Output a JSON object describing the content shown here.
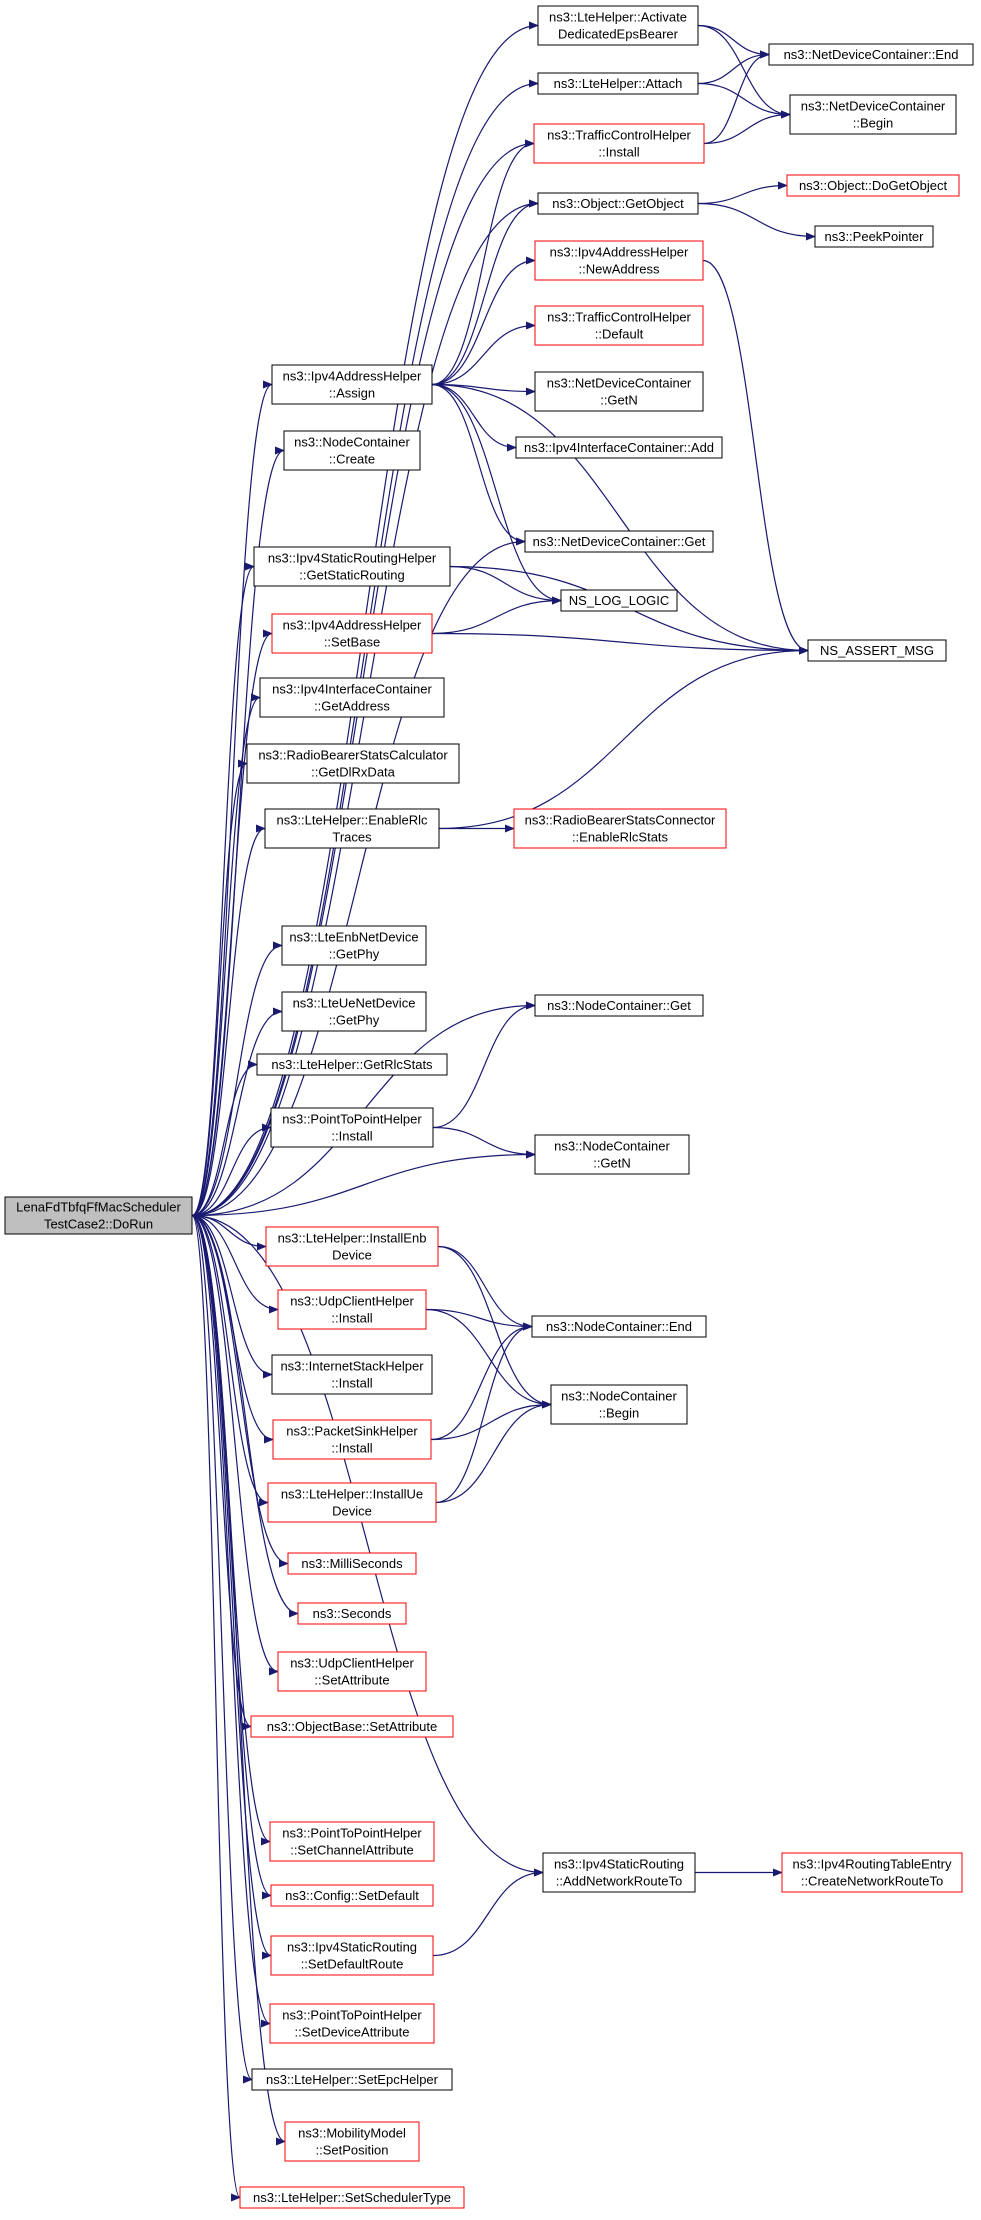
{
  "colors": {
    "edge": "#191970",
    "arrow": "#191970",
    "node_border_black": "#000000",
    "node_border_red": "#ff0000",
    "root_fill": "#bfbfbf",
    "node_fill": "#ffffff"
  },
  "nodes": [
    {
      "id": "root",
      "lines": [
        "LenaFdTbfqFfMacScheduler",
        "TestCase2::DoRun"
      ],
      "style": "root"
    },
    {
      "id": "activate",
      "lines": [
        "ns3::LteHelper::Activate",
        "DedicatedEpsBearer"
      ],
      "style": "black"
    },
    {
      "id": "ndc_end",
      "lines": [
        "ns3::NetDeviceContainer::End"
      ],
      "style": "black"
    },
    {
      "id": "attach",
      "lines": [
        "ns3::LteHelper::Attach"
      ],
      "style": "black"
    },
    {
      "id": "ndc_begin",
      "lines": [
        "ns3::NetDeviceContainer",
        "::Begin"
      ],
      "style": "black"
    },
    {
      "id": "tch_install",
      "lines": [
        "ns3::TrafficControlHelper",
        "::Install"
      ],
      "style": "red"
    },
    {
      "id": "getobject",
      "lines": [
        "ns3::Object::GetObject"
      ],
      "style": "black"
    },
    {
      "id": "dogetobject",
      "lines": [
        "ns3::Object::DoGetObject"
      ],
      "style": "red"
    },
    {
      "id": "peekpointer",
      "lines": [
        "ns3::PeekPointer"
      ],
      "style": "black"
    },
    {
      "id": "newaddress",
      "lines": [
        "ns3::Ipv4AddressHelper",
        "::NewAddress"
      ],
      "style": "red"
    },
    {
      "id": "tch_default",
      "lines": [
        "ns3::TrafficControlHelper",
        "::Default"
      ],
      "style": "red"
    },
    {
      "id": "assign",
      "lines": [
        "ns3::Ipv4AddressHelper",
        "::Assign"
      ],
      "style": "black"
    },
    {
      "id": "ndc_getn",
      "lines": [
        "ns3::NetDeviceContainer",
        "::GetN"
      ],
      "style": "black"
    },
    {
      "id": "nc_create",
      "lines": [
        "ns3::NodeContainer",
        "::Create"
      ],
      "style": "black"
    },
    {
      "id": "ipv4ic_add",
      "lines": [
        "ns3::Ipv4InterfaceContainer::Add"
      ],
      "style": "black"
    },
    {
      "id": "ndc_get",
      "lines": [
        "ns3::NetDeviceContainer::Get"
      ],
      "style": "black"
    },
    {
      "id": "getstaticrouting",
      "lines": [
        "ns3::Ipv4StaticRoutingHelper",
        "::GetStaticRouting"
      ],
      "style": "black"
    },
    {
      "id": "ns_log_logic",
      "lines": [
        "NS_LOG_LOGIC"
      ],
      "style": "black"
    },
    {
      "id": "setbase",
      "lines": [
        "ns3::Ipv4AddressHelper",
        "::SetBase"
      ],
      "style": "red"
    },
    {
      "id": "ns_assert_msg",
      "lines": [
        "NS_ASSERT_MSG"
      ],
      "style": "black"
    },
    {
      "id": "getaddress",
      "lines": [
        "ns3::Ipv4InterfaceContainer",
        "::GetAddress"
      ],
      "style": "black"
    },
    {
      "id": "getdlrxdata",
      "lines": [
        "ns3::RadioBearerStatsCalculator",
        "::GetDlRxData"
      ],
      "style": "black"
    },
    {
      "id": "enablerlctraces",
      "lines": [
        "ns3::LteHelper::EnableRlc",
        "Traces"
      ],
      "style": "black"
    },
    {
      "id": "enablerlcstats",
      "lines": [
        "ns3::RadioBearerStatsConnector",
        "::EnableRlcStats"
      ],
      "style": "red"
    },
    {
      "id": "enb_getphy",
      "lines": [
        "ns3::LteEnbNetDevice",
        "::GetPhy"
      ],
      "style": "black"
    },
    {
      "id": "nc_get",
      "lines": [
        "ns3::NodeContainer::Get"
      ],
      "style": "black"
    },
    {
      "id": "ue_getphy",
      "lines": [
        "ns3::LteUeNetDevice",
        "::GetPhy"
      ],
      "style": "black"
    },
    {
      "id": "getrlcstats",
      "lines": [
        "ns3::LteHelper::GetRlcStats"
      ],
      "style": "black"
    },
    {
      "id": "p2p_install",
      "lines": [
        "ns3::PointToPointHelper",
        "::Install"
      ],
      "style": "black"
    },
    {
      "id": "nc_getn",
      "lines": [
        "ns3::NodeContainer",
        "::GetN"
      ],
      "style": "black"
    },
    {
      "id": "installenb",
      "lines": [
        "ns3::LteHelper::InstallEnb",
        "Device"
      ],
      "style": "red"
    },
    {
      "id": "udpclient_install",
      "lines": [
        "ns3::UdpClientHelper",
        "::Install"
      ],
      "style": "red"
    },
    {
      "id": "nc_end",
      "lines": [
        "ns3::NodeContainer::End"
      ],
      "style": "black"
    },
    {
      "id": "internetstack",
      "lines": [
        "ns3::InternetStackHelper",
        "::Install"
      ],
      "style": "black"
    },
    {
      "id": "nc_begin",
      "lines": [
        "ns3::NodeContainer",
        "::Begin"
      ],
      "style": "black"
    },
    {
      "id": "packetsink",
      "lines": [
        "ns3::PacketSinkHelper",
        "::Install"
      ],
      "style": "red"
    },
    {
      "id": "installue",
      "lines": [
        "ns3::LteHelper::InstallUe",
        "Device"
      ],
      "style": "red"
    },
    {
      "id": "milliseconds",
      "lines": [
        "ns3::MilliSeconds"
      ],
      "style": "red"
    },
    {
      "id": "seconds",
      "lines": [
        "ns3::Seconds"
      ],
      "style": "red"
    },
    {
      "id": "udp_setattr",
      "lines": [
        "ns3::UdpClientHelper",
        "::SetAttribute"
      ],
      "style": "red"
    },
    {
      "id": "objbase_setattr",
      "lines": [
        "ns3::ObjectBase::SetAttribute"
      ],
      "style": "red"
    },
    {
      "id": "p2p_setchannel",
      "lines": [
        "ns3::PointToPointHelper",
        "::SetChannelAttribute"
      ],
      "style": "red"
    },
    {
      "id": "addnetworkroute",
      "lines": [
        "ns3::Ipv4StaticRouting",
        "::AddNetworkRouteTo"
      ],
      "style": "black"
    },
    {
      "id": "createnetworkroute",
      "lines": [
        "ns3::Ipv4RoutingTableEntry",
        "::CreateNetworkRouteTo"
      ],
      "style": "red"
    },
    {
      "id": "config_setdefault",
      "lines": [
        "ns3::Config::SetDefault"
      ],
      "style": "red"
    },
    {
      "id": "setdefaultroute",
      "lines": [
        "ns3::Ipv4StaticRouting",
        "::SetDefaultRoute"
      ],
      "style": "red"
    },
    {
      "id": "p2p_setdevice",
      "lines": [
        "ns3::PointToPointHelper",
        "::SetDeviceAttribute"
      ],
      "style": "red"
    },
    {
      "id": "setepchelper",
      "lines": [
        "ns3::LteHelper::SetEpcHelper"
      ],
      "style": "black"
    },
    {
      "id": "mobility_setpos",
      "lines": [
        "ns3::MobilityModel",
        "::SetPosition"
      ],
      "style": "red"
    },
    {
      "id": "setschedulertype",
      "lines": [
        "ns3::LteHelper::SetSchedulerType"
      ],
      "style": "red"
    }
  ],
  "edges": [
    [
      "root",
      "activate"
    ],
    [
      "root",
      "attach"
    ],
    [
      "root",
      "tch_install"
    ],
    [
      "root",
      "getobject"
    ],
    [
      "root",
      "assign"
    ],
    [
      "root",
      "nc_create"
    ],
    [
      "root",
      "ndc_get"
    ],
    [
      "root",
      "getstaticrouting"
    ],
    [
      "root",
      "setbase"
    ],
    [
      "root",
      "getaddress"
    ],
    [
      "root",
      "getdlrxdata"
    ],
    [
      "root",
      "enablerlctraces"
    ],
    [
      "root",
      "nc_get"
    ],
    [
      "root",
      "enb_getphy"
    ],
    [
      "root",
      "ue_getphy"
    ],
    [
      "root",
      "getrlcstats"
    ],
    [
      "root",
      "p2p_install"
    ],
    [
      "root",
      "nc_getn"
    ],
    [
      "root",
      "installenb"
    ],
    [
      "root",
      "udpclient_install"
    ],
    [
      "root",
      "internetstack"
    ],
    [
      "root",
      "packetsink"
    ],
    [
      "root",
      "installue"
    ],
    [
      "root",
      "milliseconds"
    ],
    [
      "root",
      "seconds"
    ],
    [
      "root",
      "udp_setattr"
    ],
    [
      "root",
      "objbase_setattr"
    ],
    [
      "root",
      "addnetworkroute"
    ],
    [
      "root",
      "p2p_setchannel"
    ],
    [
      "root",
      "config_setdefault"
    ],
    [
      "root",
      "setdefaultroute"
    ],
    [
      "root",
      "p2p_setdevice"
    ],
    [
      "root",
      "setepchelper"
    ],
    [
      "root",
      "mobility_setpos"
    ],
    [
      "root",
      "setschedulertype"
    ],
    [
      "activate",
      "ndc_end"
    ],
    [
      "activate",
      "ndc_begin"
    ],
    [
      "attach",
      "ndc_end"
    ],
    [
      "attach",
      "ndc_begin"
    ],
    [
      "tch_install",
      "ndc_end"
    ],
    [
      "tch_install",
      "ndc_begin"
    ],
    [
      "getobject",
      "dogetobject"
    ],
    [
      "getobject",
      "peekpointer"
    ],
    [
      "newaddress",
      "ns_assert_msg"
    ],
    [
      "assign",
      "tch_install"
    ],
    [
      "assign",
      "getobject"
    ],
    [
      "assign",
      "newaddress"
    ],
    [
      "assign",
      "tch_default"
    ],
    [
      "assign",
      "ndc_getn"
    ],
    [
      "assign",
      "ipv4ic_add"
    ],
    [
      "assign",
      "ndc_get"
    ],
    [
      "assign",
      "ns_log_logic"
    ],
    [
      "assign",
      "ns_assert_msg"
    ],
    [
      "getstaticrouting",
      "ns_log_logic"
    ],
    [
      "getstaticrouting",
      "ns_assert_msg"
    ],
    [
      "setbase",
      "ns_log_logic"
    ],
    [
      "setbase",
      "ns_assert_msg"
    ],
    [
      "enablerlctraces",
      "ns_assert_msg"
    ],
    [
      "enablerlctraces",
      "enablerlcstats"
    ],
    [
      "p2p_install",
      "nc_get"
    ],
    [
      "p2p_install",
      "nc_getn"
    ],
    [
      "installenb",
      "nc_end"
    ],
    [
      "installenb",
      "nc_begin"
    ],
    [
      "udpclient_install",
      "nc_end"
    ],
    [
      "udpclient_install",
      "nc_begin"
    ],
    [
      "packetsink",
      "nc_end"
    ],
    [
      "packetsink",
      "nc_begin"
    ],
    [
      "installue",
      "nc_end"
    ],
    [
      "installue",
      "nc_begin"
    ],
    [
      "setdefaultroute",
      "addnetworkroute"
    ],
    [
      "addnetworkroute",
      "createnetworkroute"
    ]
  ]
}
